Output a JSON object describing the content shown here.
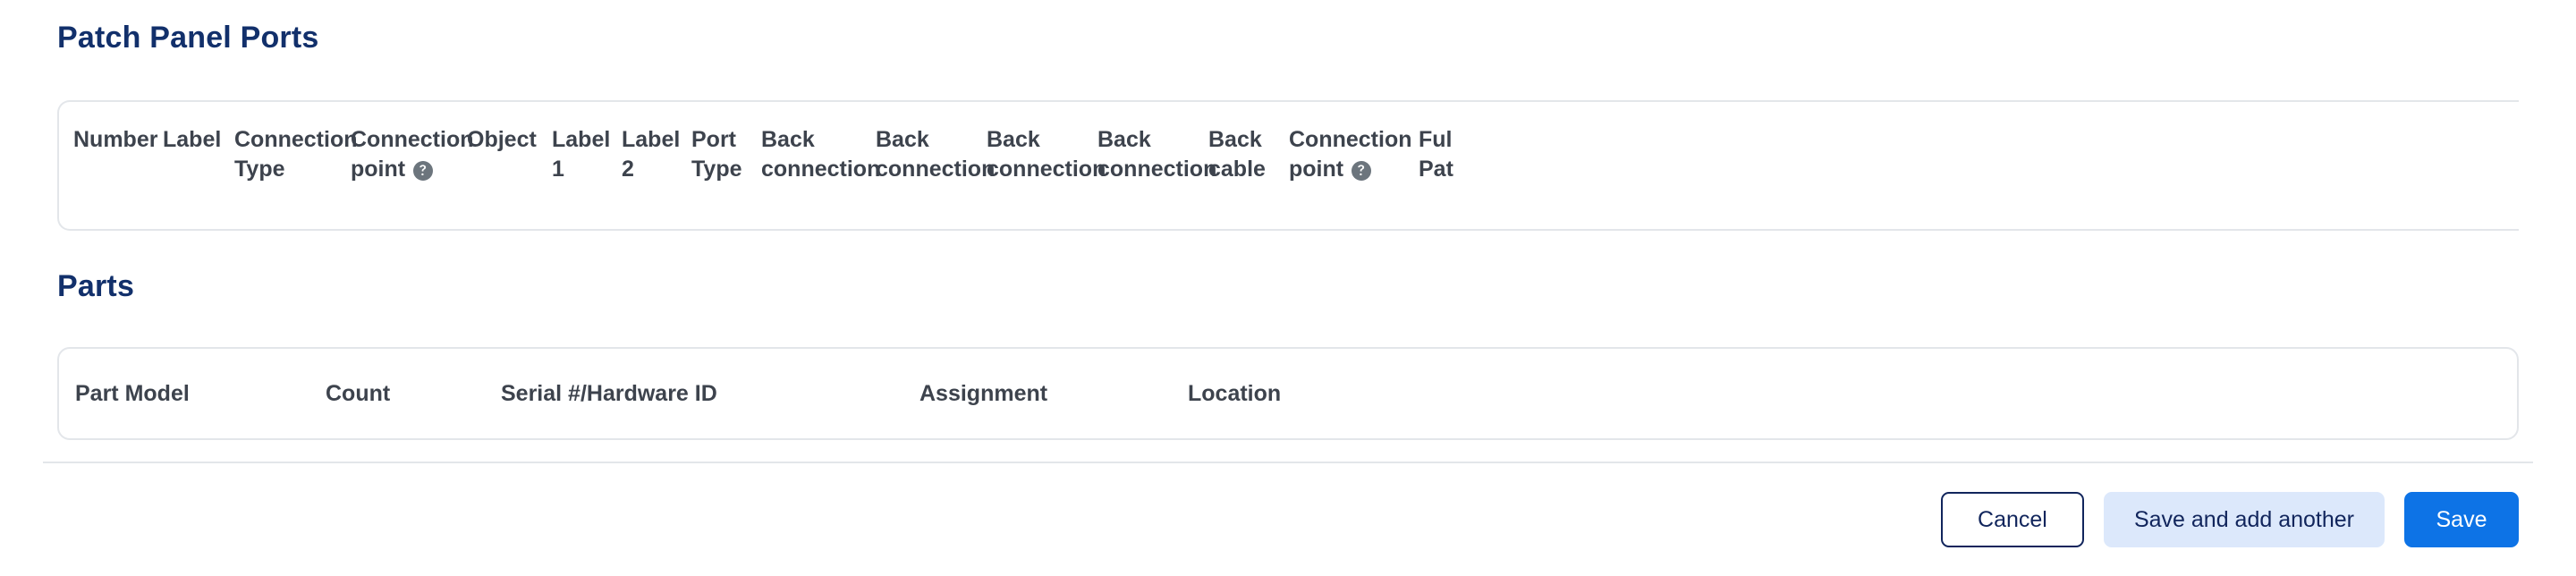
{
  "sections": {
    "ports": {
      "heading": "Patch Panel Ports",
      "columns": [
        {
          "name": "number",
          "lines": [
            "Number"
          ],
          "help": false
        },
        {
          "name": "label",
          "lines": [
            "Label"
          ],
          "help": false
        },
        {
          "name": "connection-type",
          "lines": [
            "Connection",
            "Type"
          ],
          "help": false
        },
        {
          "name": "connection-point",
          "lines": [
            "Connection",
            "point"
          ],
          "help": true
        },
        {
          "name": "object",
          "lines": [
            "Object"
          ],
          "help": false
        },
        {
          "name": "label-1",
          "lines": [
            "Label",
            "1"
          ],
          "help": false
        },
        {
          "name": "label-2",
          "lines": [
            "Label",
            "2"
          ],
          "help": false
        },
        {
          "name": "port-type",
          "lines": [
            "Port",
            "Type"
          ],
          "help": false
        },
        {
          "name": "back-connection-1",
          "lines": [
            "Back",
            "connection"
          ],
          "help": false
        },
        {
          "name": "back-connection-2",
          "lines": [
            "Back",
            "connection"
          ],
          "help": false
        },
        {
          "name": "back-connection-3",
          "lines": [
            "Back",
            "connection"
          ],
          "help": false
        },
        {
          "name": "back-connection-4",
          "lines": [
            "Back",
            "connection"
          ],
          "help": false
        },
        {
          "name": "back-cable",
          "lines": [
            "Back",
            "cable"
          ],
          "help": false
        },
        {
          "name": "connection-point-2",
          "lines": [
            "Connection",
            "point"
          ],
          "help": true
        },
        {
          "name": "full-path",
          "lines": [
            "Ful",
            "Pat"
          ],
          "help": false
        }
      ],
      "rows": []
    },
    "parts": {
      "heading": "Parts",
      "columns": [
        {
          "name": "part-model",
          "label": "Part Model"
        },
        {
          "name": "count",
          "label": "Count"
        },
        {
          "name": "serial-hardware-id",
          "label": "Serial #/Hardware ID"
        },
        {
          "name": "assignment",
          "label": "Assignment"
        },
        {
          "name": "location",
          "label": "Location"
        }
      ],
      "rows": []
    }
  },
  "actions": {
    "cancel": "Cancel",
    "save_and_add_another": "Save and add another",
    "save": "Save"
  },
  "icons": {
    "help": "help-circle-icon"
  },
  "colors": {
    "heading": "#12306b",
    "header_text": "#3d434d",
    "card_border": "#e3e6ea",
    "primary": "#0d73e6",
    "navy": "#11255c",
    "soft_blue": "#dce8fb",
    "help_icon": "#6c757d"
  }
}
